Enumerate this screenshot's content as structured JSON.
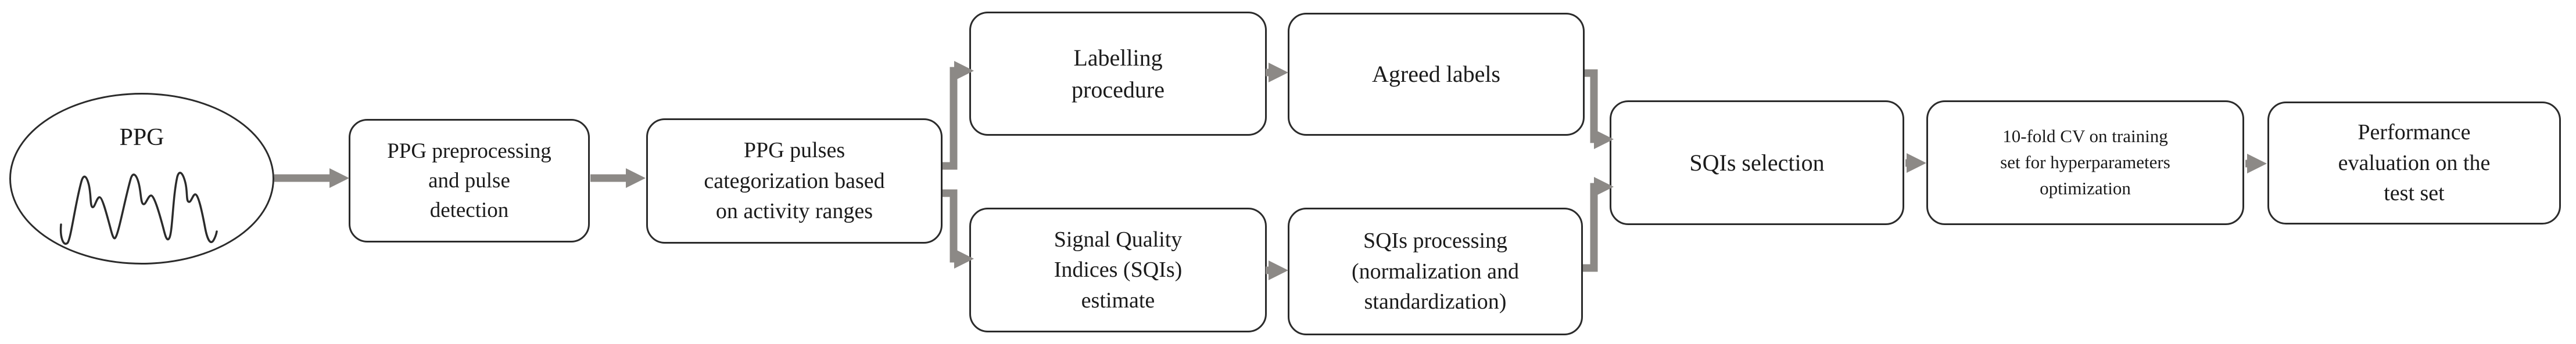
{
  "diagram": {
    "type": "flowchart",
    "nodes": {
      "ppg": "PPG",
      "preprocessing": "PPG preprocessing\nand pulse\ndetection",
      "categorization": "PPG pulses\ncategorization based\non activity ranges",
      "labelling": "Labelling\nprocedure",
      "agreed_labels": "Agreed labels",
      "sqi_estimate": "Signal Quality\nIndices (SQIs)\nestimate",
      "sqi_processing": "SQIs processing\n(normalization and\nstandardization)",
      "sqi_selection": "SQIs selection",
      "cv": "10-fold CV on training\nset for hyperparameters\noptimization",
      "performance": "Performance\nevaluation on the\ntest set"
    },
    "edges": [
      {
        "from": "ppg",
        "to": "preprocessing"
      },
      {
        "from": "preprocessing",
        "to": "categorization"
      },
      {
        "from": "categorization",
        "to": "labelling"
      },
      {
        "from": "categorization",
        "to": "sqi_estimate"
      },
      {
        "from": "labelling",
        "to": "agreed_labels"
      },
      {
        "from": "sqi_estimate",
        "to": "sqi_processing"
      },
      {
        "from": "agreed_labels",
        "to": "sqi_selection"
      },
      {
        "from": "sqi_processing",
        "to": "sqi_selection"
      },
      {
        "from": "sqi_selection",
        "to": "cv"
      },
      {
        "from": "cv",
        "to": "performance"
      }
    ]
  },
  "colors": {
    "connector": "#8c8986",
    "box_border": "#2b2b2b",
    "text": "#1b1b1b",
    "background": "#ffffff"
  }
}
